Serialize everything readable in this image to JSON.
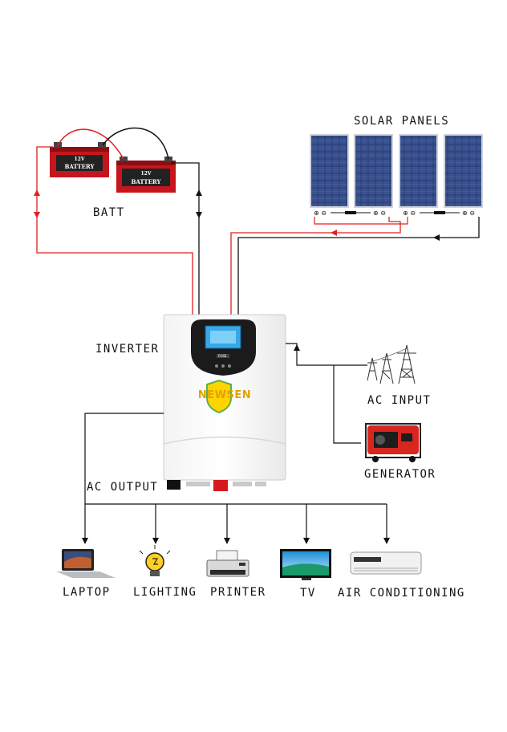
{
  "labels": {
    "solar_panels": "SOLAR PANELS",
    "batt": "BATT",
    "inverter": "INVERTER",
    "ac_input": "AC INPUT",
    "generator": "GENERATOR",
    "ac_output": "AC OUTPUT",
    "laptop": "LAPTOP",
    "lighting": "LIGHTING",
    "printer": "PRINTER",
    "tv": "TV",
    "air_conditioning": "AIR CONDITIONING"
  },
  "inverter": {
    "brand": "NEWSEN"
  },
  "battery": {
    "label": "BATTERY",
    "voltage": "12V"
  },
  "colors": {
    "positive_wire": "#e02020",
    "negative_wire": "#111111",
    "brand": "#e2a100"
  }
}
